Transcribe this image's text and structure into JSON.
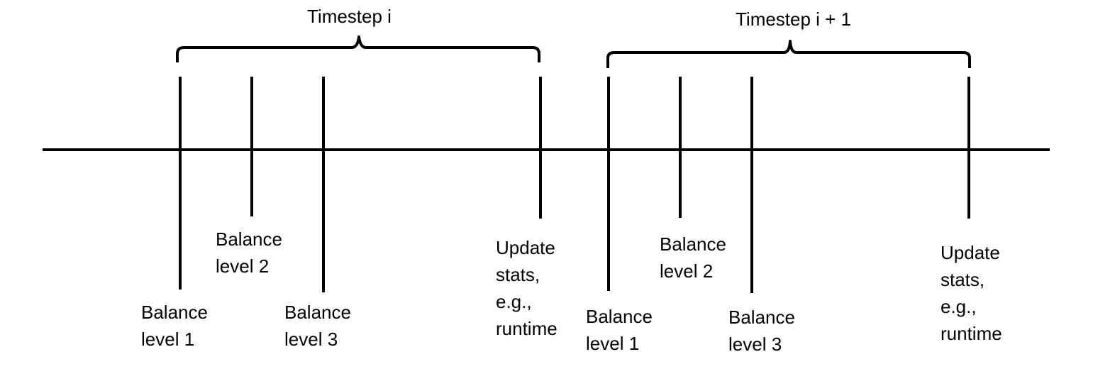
{
  "timesteps": [
    {
      "title": "Timestep i",
      "events": [
        {
          "text": "Balance\nlevel 1"
        },
        {
          "text": "Balance\nlevel 2"
        },
        {
          "text": "Balance\nlevel 3"
        },
        {
          "text": "Update\nstats,\ne.g.,\nruntime"
        }
      ]
    },
    {
      "title": "Timestep i + 1",
      "events": [
        {
          "text": "Balance\nlevel 1"
        },
        {
          "text": "Balance\nlevel 2"
        },
        {
          "text": "Balance\nlevel 3"
        },
        {
          "text": "Update\nstats,\ne.g.,\nruntime"
        }
      ]
    }
  ],
  "colors": {
    "stroke": "#000000",
    "text": "#000000",
    "background": "#ffffff"
  }
}
